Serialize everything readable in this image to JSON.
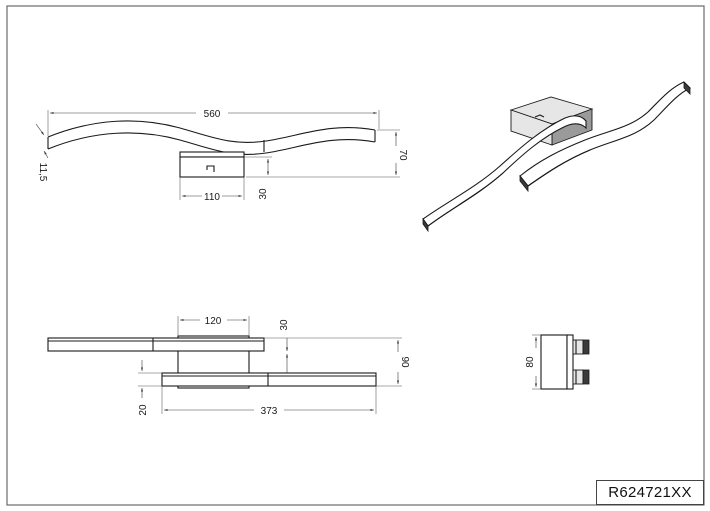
{
  "product_code": "R624721XX",
  "dimensions": {
    "total_length": "560",
    "height": "70",
    "profile_thickness": "11,5",
    "canopy_width": "110",
    "canopy_depth": "30",
    "canopy_length_top": "120",
    "canopy_offset_top": "30",
    "depth_top": "90",
    "bar_width": "20",
    "bar_length": "373",
    "side_height": "80"
  }
}
